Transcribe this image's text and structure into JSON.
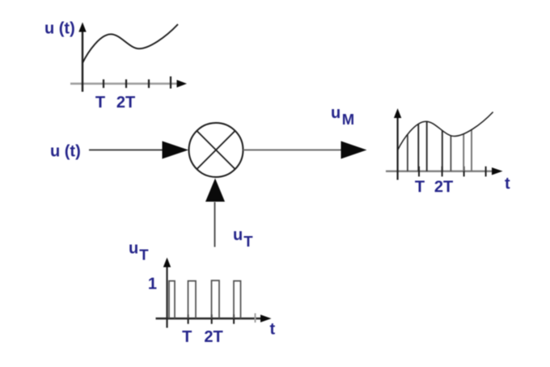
{
  "colors": {
    "background": "#ffffff",
    "text": "#24248a",
    "line_dark": "#1d1d1d",
    "line_gray": "#9a9a9a",
    "line_medium": "#7d7d7d",
    "pulse_outline": "#555555",
    "arrow_fill": "#0a0a0a"
  },
  "flows": {
    "input_label": "u (t)",
    "output_label_base": "u",
    "output_label_sub": "M",
    "carrier_label_base": "u",
    "carrier_label_sub": "T"
  },
  "plots": {
    "input": {
      "ylabel": "u (t)",
      "xticks": [
        "T",
        "2T"
      ]
    },
    "output": {
      "xticks": [
        "T",
        "2T"
      ],
      "xlabel": "t"
    },
    "carrier": {
      "ylabel_base": "u",
      "ylabel_sub": "T",
      "amplitude_label": "1",
      "xticks": [
        "T",
        "2T"
      ],
      "xlabel": "t"
    }
  },
  "chart_data": [
    {
      "name": "input-signal-plot",
      "type": "line",
      "title": "u (t)",
      "xlabel": "",
      "ylabel": "u (t)",
      "xtick_labels": [
        "T",
        "2T"
      ],
      "x_in_T_units": [
        0,
        1.27,
        2.55,
        4.3
      ],
      "values": [
        0.35,
        0.84,
        0.59,
        1.0
      ],
      "description": "continuous analog signal u(t): starts mid-level, rises to a local maximum near 1.3T, dips to a local minimum near 2.5T, then rises to the right edge"
    },
    {
      "name": "modulated-output-plot",
      "type": "bar",
      "title": "u M",
      "xlabel": "t",
      "ylabel": "",
      "xtick_labels": [
        "T",
        "2T"
      ],
      "pulse_start_in_T_units": [
        0,
        1,
        2,
        3
      ],
      "pulse_width_in_T_units": 0.4,
      "pulse_heights": [
        0.35,
        0.8,
        0.62,
        0.68
      ],
      "description": "sampled signal u_M: narrow pulses at 0, T, 2T, 3T whose tops follow the envelope of u(t)"
    },
    {
      "name": "carrier-pulse-train-plot",
      "type": "bar",
      "title": "u T",
      "xlabel": "t",
      "ylabel": "u T",
      "xtick_labels": [
        "T",
        "2T"
      ],
      "pulse_start_in_T_units": [
        0.1,
        1,
        2,
        3
      ],
      "pulse_width_in_T_units": 0.33,
      "pulse_heights": [
        1,
        1,
        1,
        1
      ],
      "ytick_labels": [
        "1"
      ],
      "description": "rectangular sampling pulse train u_T with amplitude 1 and period T"
    }
  ]
}
